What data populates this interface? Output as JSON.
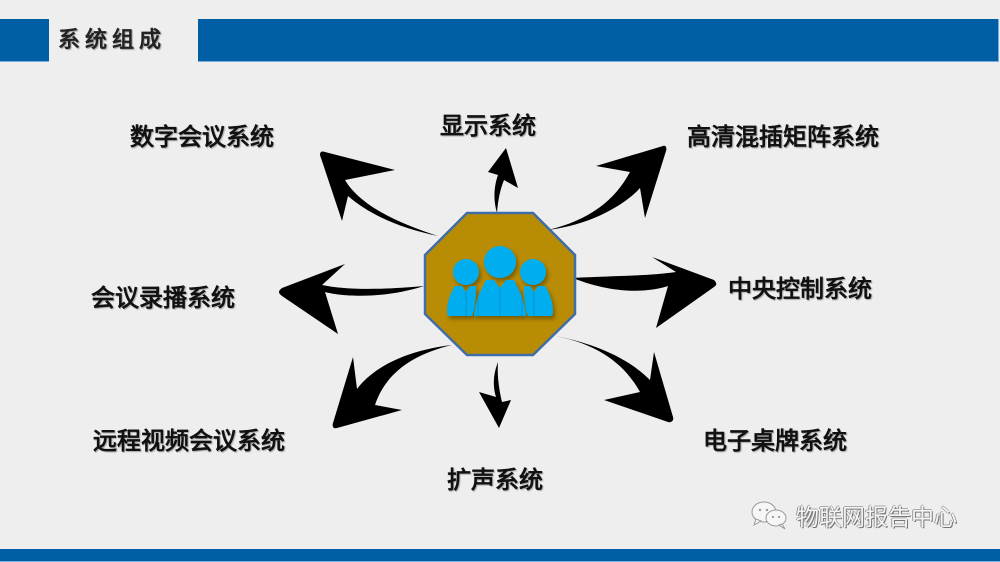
{
  "header": {
    "title": "系统组成",
    "bar_color": "#005ea5"
  },
  "diagram": {
    "center": {
      "icon": "people-group-icon",
      "fill_color": "#b98c05",
      "border_color": "#3f6da8",
      "icon_color": "#00aeef"
    },
    "nodes": [
      {
        "id": "digital-conference",
        "label": "数字会议系统",
        "direction": "up-left"
      },
      {
        "id": "display",
        "label": "显示系统",
        "direction": "up"
      },
      {
        "id": "hd-matrix",
        "label": "高清混插矩阵系统",
        "direction": "up-right"
      },
      {
        "id": "recording",
        "label": "会议录播系统",
        "direction": "left"
      },
      {
        "id": "central-control",
        "label": "中央控制系统",
        "direction": "right"
      },
      {
        "id": "video-conference",
        "label": "远程视频会议系统",
        "direction": "down-left"
      },
      {
        "id": "sound-reinforcement",
        "label": "扩声系统",
        "direction": "down"
      },
      {
        "id": "e-nameplate",
        "label": "电子桌牌系统",
        "direction": "down-right"
      }
    ],
    "arrow_color": "#000000"
  },
  "watermark": {
    "icon": "wechat-icon",
    "text": "物联网报告中心"
  },
  "footer": {
    "bar_color": "#005ea5"
  }
}
